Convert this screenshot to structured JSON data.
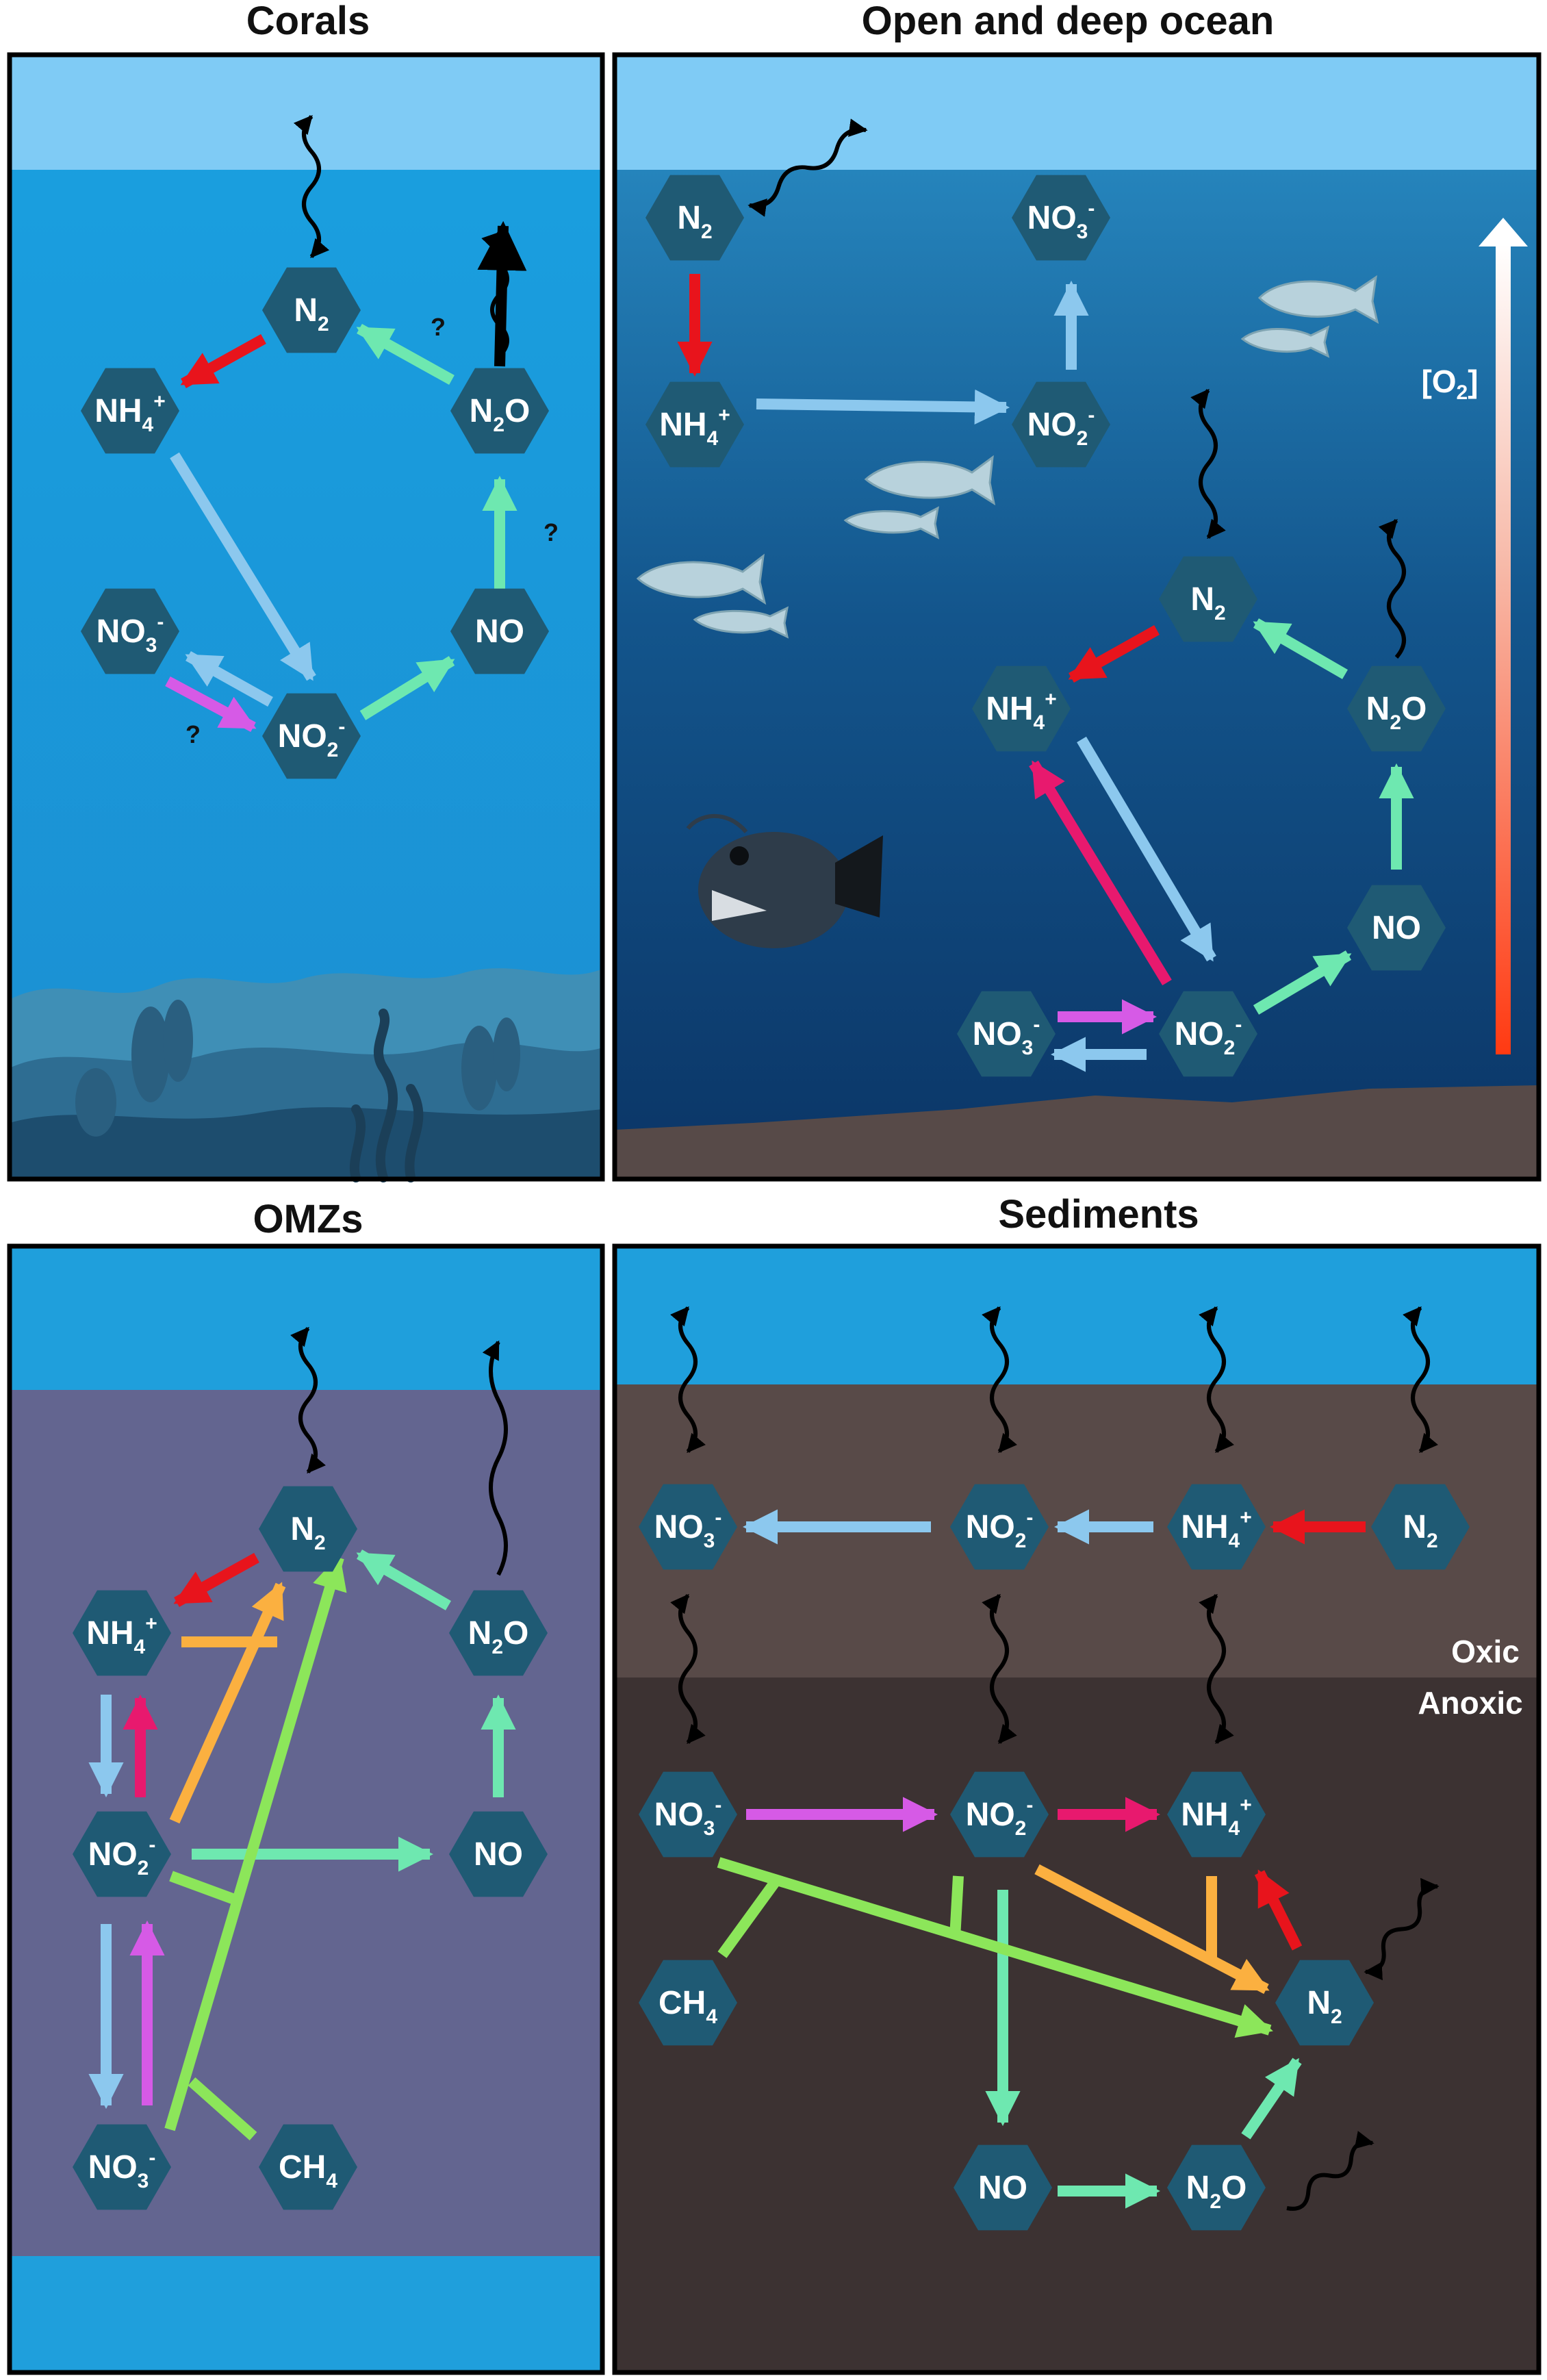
{
  "panels": {
    "corals": {
      "title": "Corals",
      "question_marks": [
        "?",
        "?",
        "?"
      ]
    },
    "ocean": {
      "title": "Open and deep ocean",
      "oxygen_label": "[O2]"
    },
    "omz": {
      "title": "OMZs"
    },
    "sediments": {
      "title": "Sediments",
      "oxic_label": "Oxic",
      "anoxic_label": "Anoxic"
    }
  },
  "species": {
    "N2": {
      "base": "N",
      "sub": "2",
      "sup": ""
    },
    "NH4": {
      "base": "NH",
      "sub": "4",
      "sup": "+"
    },
    "NO3": {
      "base": "NO",
      "sub": "3",
      "sup": "-"
    },
    "NO2": {
      "base": "NO",
      "sub": "2",
      "sup": "-"
    },
    "NO": {
      "base": "NO",
      "sub": "",
      "sup": ""
    },
    "N2O": {
      "base": "N",
      "sub": "2",
      "tail": "O"
    },
    "CH4": {
      "base": "CH",
      "sub": "4",
      "sup": ""
    }
  },
  "colors": {
    "hexagon": "#1f5a74",
    "fixation": "#e8141c",
    "nitrification": "#8cc8ee",
    "denitrification": "#6ee8b0",
    "nitrate_reduction": "#d65ae6",
    "dnra": "#e8196e",
    "anammox": "#fbb040",
    "n_damo": "#8ce65a",
    "exchange": "#000000"
  },
  "layout_note": ""
}
